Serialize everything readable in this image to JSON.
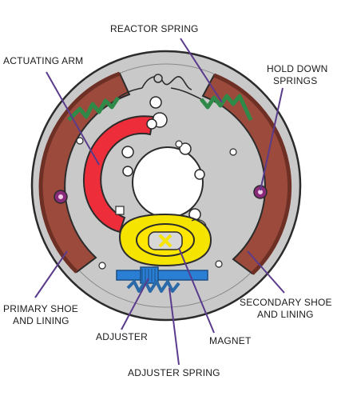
{
  "labels": {
    "reactor_spring": "REACTOR SPRING",
    "actuating_arm": "ACTUATING ARM",
    "hold_down_springs_1": "HOLD DOWN",
    "hold_down_springs_2": "SPRINGS",
    "primary_shoe_1": "PRIMARY SHOE",
    "primary_shoe_2": "AND LINING",
    "secondary_shoe_1": "SECONDARY SHOE",
    "secondary_shoe_2": "AND LINING",
    "adjuster": "ADJUSTER",
    "magnet": "MAGNET",
    "adjuster_spring": "ADJUSTER SPRING"
  },
  "colors": {
    "backing_plate": "#c9c9c9",
    "shoe_lining": "#9b4a3c",
    "actuating_arm": "#ee2d3a",
    "magnet_body": "#f5e400",
    "spring": "#2f8a4a",
    "adjuster": "#2a7fd4",
    "adjuster_spring": "#2b6aa8",
    "hold_down": "#8a2a7a",
    "leader_line": "#5a3b8c"
  }
}
